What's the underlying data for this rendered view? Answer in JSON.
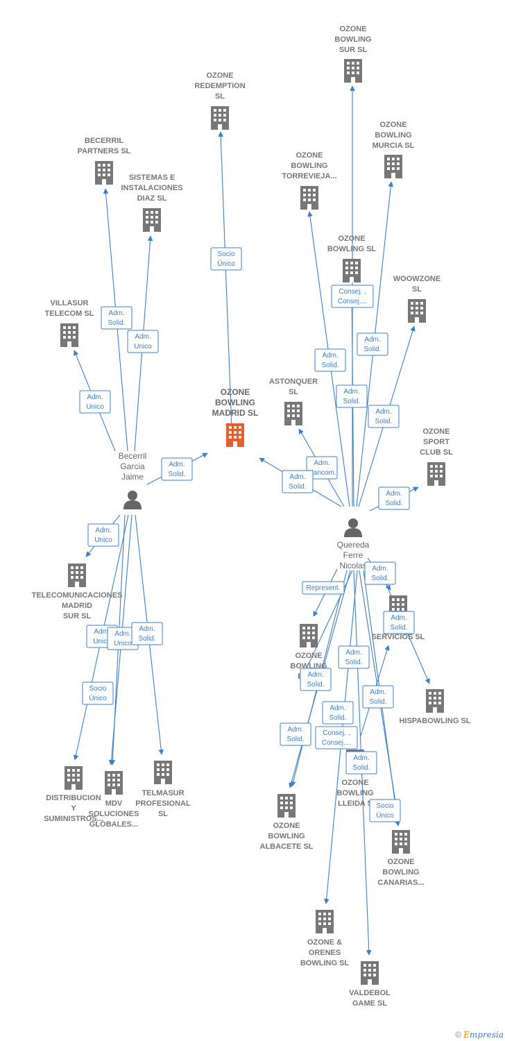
{
  "footer": {
    "copyright": "©",
    "brand_initial": "E",
    "brand_rest": "mpresia"
  },
  "colors": {
    "edge": "#3b7fd4",
    "building": "#777777",
    "focus": "#f05a28",
    "person": "#666666"
  },
  "companies": [
    {
      "id": "madrid",
      "lines": [
        "OZONE",
        "BOWLING",
        "MADRID  SL"
      ],
      "focus": true
    },
    {
      "id": "redemption",
      "lines": [
        "OZONE",
        "REDEMPTION",
        "SL"
      ]
    },
    {
      "id": "becerril",
      "lines": [
        "BECERRIL",
        "PARTNERS  SL"
      ]
    },
    {
      "id": "sistemas",
      "lines": [
        "SISTEMAS E",
        "INSTALACIONES",
        "DIAZ  SL"
      ]
    },
    {
      "id": "villasur",
      "lines": [
        "VILLASUR",
        "TELECOM SL"
      ]
    },
    {
      "id": "telecom",
      "lines": [
        "TELECOMUNICACIONES",
        "MADRID",
        "SUR SL"
      ]
    },
    {
      "id": "distribucion",
      "lines": [
        "DISTRIBUCION",
        "Y",
        "SUMINISTROS..."
      ]
    },
    {
      "id": "mdv",
      "lines": [
        "MDV",
        "SOLUCIONES",
        "GLOBALES..."
      ]
    },
    {
      "id": "telmasur",
      "lines": [
        "TELMASUR",
        "PROFESIONAL",
        "SL"
      ]
    },
    {
      "id": "sur",
      "lines": [
        "OZONE",
        "BOWLING",
        "SUR  SL"
      ]
    },
    {
      "id": "murcia",
      "lines": [
        "OZONE",
        "BOWLING",
        "MURCIA SL"
      ]
    },
    {
      "id": "torrevieja",
      "lines": [
        "OZONE",
        "BOWLING",
        "TORREVIEJA..."
      ]
    },
    {
      "id": "bowling",
      "lines": [
        "OZONE",
        "BOWLING  SL"
      ]
    },
    {
      "id": "woowzone",
      "lines": [
        "WOOWZONE",
        "SL"
      ]
    },
    {
      "id": "astonquer",
      "lines": [
        "ASTONQUER",
        "SL"
      ]
    },
    {
      "id": "sport",
      "lines": [
        "OZONE",
        "SPORT",
        "CLUB  SL"
      ]
    },
    {
      "id": "servicios",
      "lines": [
        "M",
        "SERVICIOS  SL"
      ]
    },
    {
      "id": "hispa",
      "lines": [
        "HISPABOWLING SL"
      ]
    },
    {
      "id": "euskadi",
      "lines": [
        "OZONE",
        "BOWLING",
        "EUS..."
      ]
    },
    {
      "id": "lleida",
      "lines": [
        "OZONE",
        "BOWLING",
        "LLEIDA  S"
      ]
    },
    {
      "id": "albacete",
      "lines": [
        "OZONE",
        "BOWLING",
        "ALBACETE SL"
      ]
    },
    {
      "id": "canarias",
      "lines": [
        "OZONE",
        "BOWLING",
        "CANARIAS..."
      ]
    },
    {
      "id": "orenes",
      "lines": [
        "OZONE &",
        "ORENES",
        "BOWLING  SL"
      ]
    },
    {
      "id": "valdebol",
      "lines": [
        "VALDEBOL",
        "GAME  SL"
      ]
    }
  ],
  "persons": [
    {
      "id": "becerril_p",
      "lines": [
        "Becerril",
        "Garcia",
        "Jaime"
      ]
    },
    {
      "id": "quereda",
      "lines": [
        "Quereda",
        "Ferre",
        "Nicolas"
      ]
    }
  ],
  "edges": [
    {
      "id": "e1",
      "lines": [
        "Socio",
        "Único"
      ]
    },
    {
      "id": "e2",
      "lines": [
        "Adm.",
        "Solid."
      ]
    },
    {
      "id": "e3",
      "lines": [
        "Adm.",
        "Unico"
      ]
    },
    {
      "id": "e4",
      "lines": [
        "Adm.",
        "Unico"
      ]
    },
    {
      "id": "e5",
      "lines": [
        "Adm.",
        "Solid."
      ]
    },
    {
      "id": "e6",
      "lines": [
        "Adm.",
        "Unico"
      ]
    },
    {
      "id": "e7",
      "lines": [
        "Adm.",
        "Unico"
      ]
    },
    {
      "id": "e8",
      "lines": [
        "Adm.",
        "Unico"
      ]
    },
    {
      "id": "e9",
      "lines": [
        "Socio",
        "Único"
      ]
    },
    {
      "id": "e10",
      "lines": [
        "Adm.",
        "Solid."
      ]
    },
    {
      "id": "e11",
      "lines": [
        "Consej. ,",
        "Consej...."
      ]
    },
    {
      "id": "e12",
      "lines": [
        "Adm.",
        "Solid."
      ]
    },
    {
      "id": "e13",
      "lines": [
        "Adm.",
        "Solid."
      ]
    },
    {
      "id": "e14",
      "lines": [
        "Adm.",
        "Solid."
      ]
    },
    {
      "id": "e15",
      "lines": [
        "Adm.",
        "Solid."
      ]
    },
    {
      "id": "e16",
      "lines": [
        "Adm.",
        "Mancom."
      ]
    },
    {
      "id": "e17",
      "lines": [
        "Adm.",
        "Solid."
      ]
    },
    {
      "id": "e18",
      "lines": [
        "Adm.",
        "Solid."
      ]
    },
    {
      "id": "e19",
      "lines": [
        "Adm.",
        "Solid."
      ]
    },
    {
      "id": "e20",
      "lines": [
        "Represent."
      ]
    },
    {
      "id": "e21",
      "lines": [
        "Adm.",
        "Solid."
      ]
    },
    {
      "id": "e22",
      "lines": [
        "Adm.",
        "Solid."
      ]
    },
    {
      "id": "e23",
      "lines": [
        "Adm.",
        "Solid."
      ]
    },
    {
      "id": "e24",
      "lines": [
        "Adm.",
        "Solid."
      ]
    },
    {
      "id": "e25",
      "lines": [
        "Adm.",
        "Solid."
      ]
    },
    {
      "id": "e26",
      "lines": [
        "Consej. ,",
        "Consej...."
      ]
    },
    {
      "id": "e27",
      "lines": [
        "Adm.",
        "Solid."
      ]
    },
    {
      "id": "e28",
      "lines": [
        "Adm.",
        "Solid."
      ]
    },
    {
      "id": "e29",
      "lines": [
        "Socio",
        "Único"
      ]
    }
  ]
}
